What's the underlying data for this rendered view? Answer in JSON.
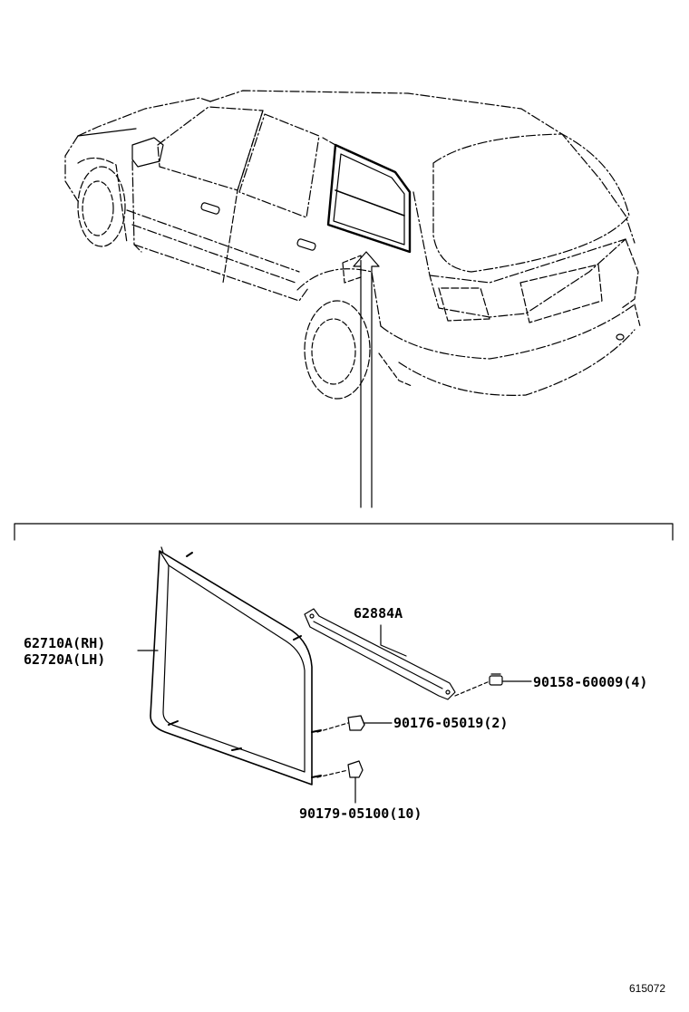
{
  "parts": {
    "glass_rh": "62710A(RH)",
    "glass_lh": "62720A(LH)",
    "moulding": "62884A",
    "screw": "90158-60009(4)",
    "clip_a": "90176-05019(2)",
    "clip_b": "90179-05100(10)"
  },
  "figure_id": "615072",
  "icons": {
    "vehicle": "station-wagon-rear-view-icon",
    "arrow": "pointer-arrow-icon"
  }
}
